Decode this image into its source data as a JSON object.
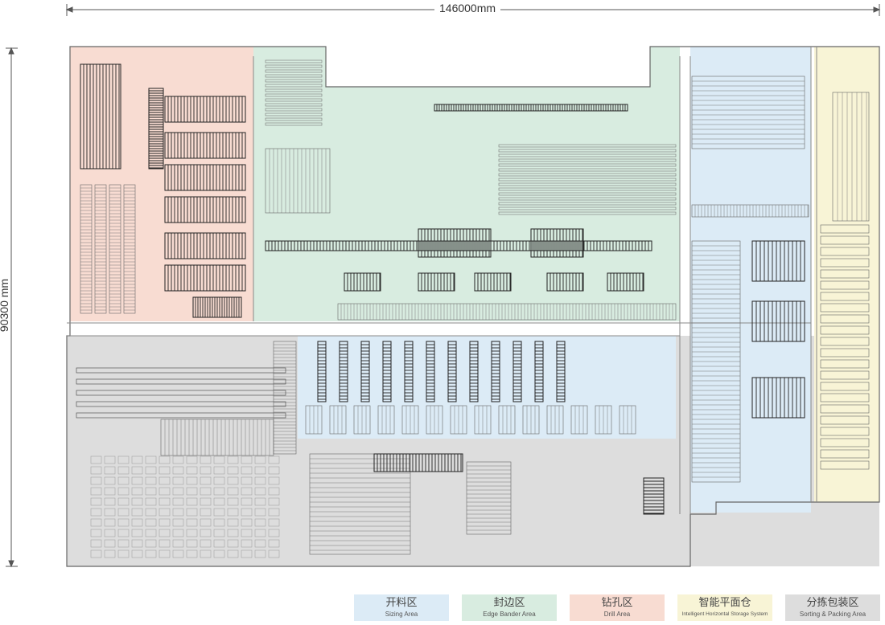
{
  "dimensions": {
    "width_label": "146000mm",
    "height_label": "90300 mm"
  },
  "zones": {
    "sizing": {
      "color": "#dcebf6"
    },
    "edge": {
      "color": "#d8ece0"
    },
    "drill": {
      "color": "#f8dcd2"
    },
    "storage": {
      "color": "#f8f4d6"
    },
    "sorting": {
      "color": "#dddddd"
    }
  },
  "legend": [
    {
      "cn": "开料区",
      "en": "Sizing Area",
      "color": "#dcebf6"
    },
    {
      "cn": "封边区",
      "en": "Edge Bander Area",
      "color": "#d8ece0"
    },
    {
      "cn": "钻孔区",
      "en": "Drill Area",
      "color": "#f8dcd2"
    },
    {
      "cn": "智能平面仓",
      "en": "Intelligent Horizontal Storage System",
      "color": "#f8f4d6"
    },
    {
      "cn": "分拣包装区",
      "en": "Sorting & Packing Area",
      "color": "#dddddd"
    }
  ]
}
